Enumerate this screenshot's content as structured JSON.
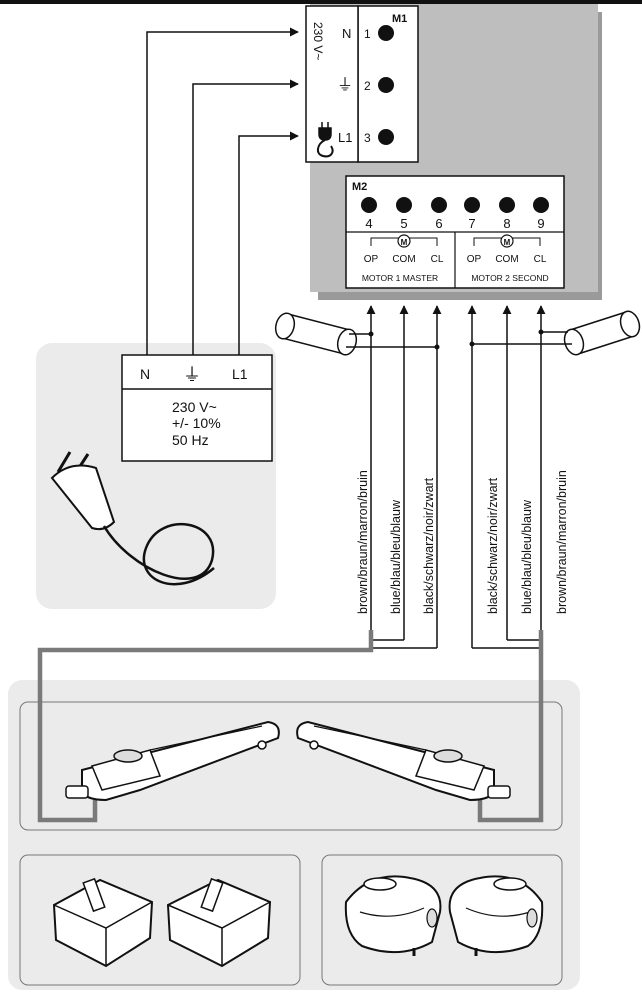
{
  "terminal_block_m1": {
    "id": "M1",
    "voltage_label": "230 V~",
    "terminals": [
      {
        "number": "1",
        "label": "N"
      },
      {
        "number": "2",
        "label": "⏚"
      },
      {
        "number": "3",
        "label": "L1"
      }
    ]
  },
  "terminal_block_m2": {
    "id": "M2",
    "terminals": [
      "4",
      "5",
      "6",
      "7",
      "8",
      "9"
    ],
    "motor1": {
      "op": "OP",
      "com": "COM",
      "cl": "CL",
      "motor_symbol": "M",
      "name": "MOTOR 1 MASTER"
    },
    "motor2": {
      "op": "OP",
      "com": "COM",
      "cl": "CL",
      "motor_symbol": "M",
      "name": "MOTOR 2 SECOND"
    }
  },
  "power_supply": {
    "n_label": "N",
    "earth_label": "⏚",
    "l1_label": "L1",
    "voltage": "230 V~",
    "tolerance": "+/- 10%",
    "frequency": "50 Hz"
  },
  "wire_labels": {
    "motor1_brown": "brown/braun/marron/bruin",
    "motor1_blue": "blue/blau/bleu/blauw",
    "motor1_black": "black/schwarz/noir/zwart",
    "motor2_black": "black/schwarz/noir/zwart",
    "motor2_blue": "blue/blau/bleu/blauw",
    "motor2_brown": "brown/braun/marron/bruin"
  },
  "colors": {
    "panel_gray": "#bebebe",
    "panel_shadow": "#9a9a9a",
    "light_gray": "#ebebeb",
    "cable_gray": "#7a7a7a",
    "line": "#111111"
  }
}
